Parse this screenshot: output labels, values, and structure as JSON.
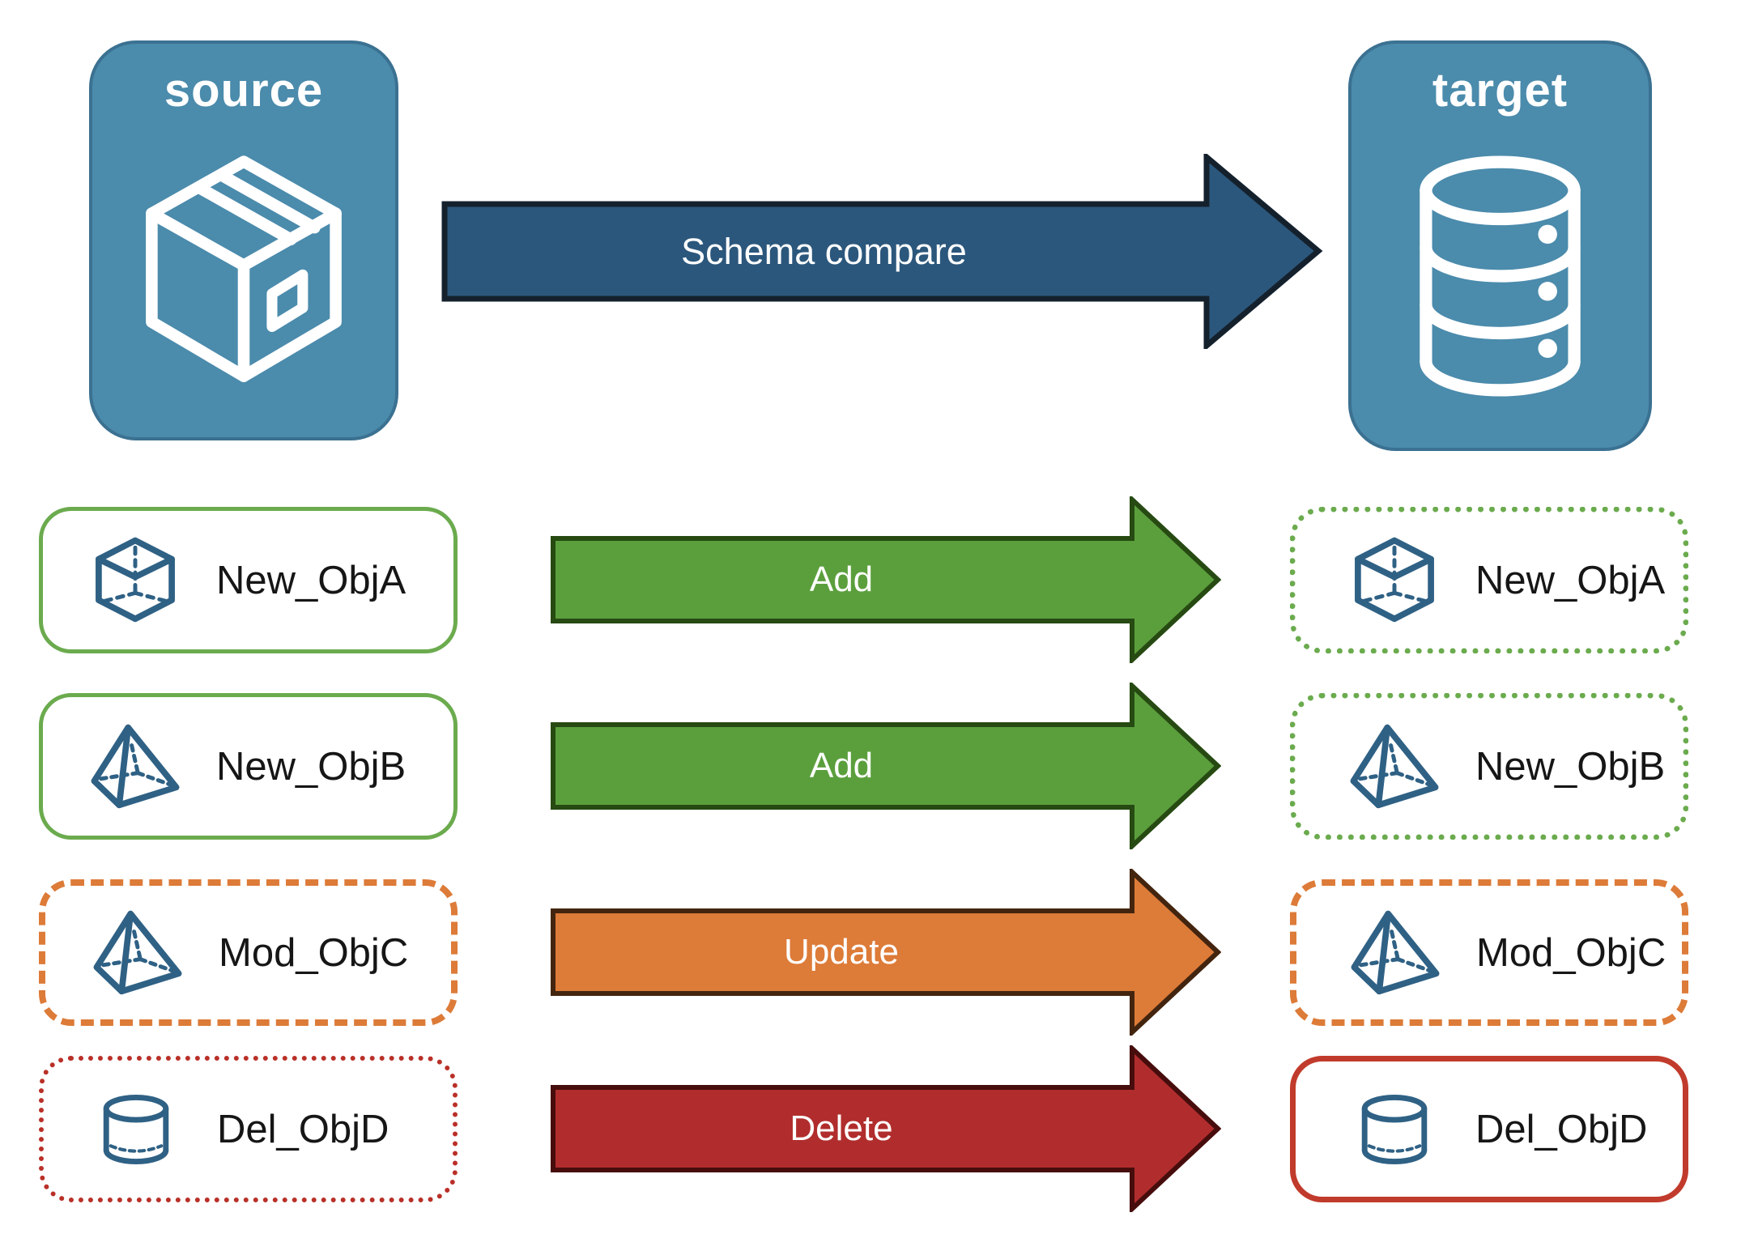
{
  "diagram": {
    "source_node": {
      "title": "source",
      "icon": "package-icon"
    },
    "target_node": {
      "title": "target",
      "icon": "database-icon"
    },
    "compare_arrow": {
      "label": "Schema compare",
      "fill": "#2c577c",
      "border": "#14212d"
    },
    "rows": [
      {
        "object": "New_ObjA",
        "icon": "cube-icon",
        "action": "Add",
        "arrow": {
          "fill": "#5b9f3d",
          "border": "#264a12"
        },
        "source_box": {
          "label": "New_ObjA",
          "border_style": "solid",
          "border_color": "#6bab4e",
          "border_width": "5px"
        },
        "target_box": {
          "label": "New_ObjA",
          "border_style": "dotted",
          "border_color": "#6bab4e",
          "border_width": "7px"
        }
      },
      {
        "object": "New_ObjB",
        "icon": "pyramid-icon",
        "action": "Add",
        "arrow": {
          "fill": "#5b9f3d",
          "border": "#264a12"
        },
        "source_box": {
          "label": "New_ObjB",
          "border_style": "solid",
          "border_color": "#6bab4e",
          "border_width": "5px"
        },
        "target_box": {
          "label": "New_ObjB",
          "border_style": "dotted",
          "border_color": "#6bab4e",
          "border_width": "7px"
        }
      },
      {
        "object": "Mod_ObjC",
        "icon": "pyramid-icon",
        "action": "Update",
        "arrow": {
          "fill": "#dd7b38",
          "border": "#43250f"
        },
        "source_box": {
          "label": "Mod_ObjC",
          "border_style": "dashed",
          "border_color": "#dd7b38",
          "border_width": "8px"
        },
        "target_box": {
          "label": "Mod_ObjC",
          "border_style": "dashed",
          "border_color": "#dd7b38",
          "border_width": "8px"
        }
      },
      {
        "object": "Del_ObjD",
        "icon": "cylinder-icon",
        "action": "Delete",
        "arrow": {
          "fill": "#b12d2d",
          "border": "#470d0d"
        },
        "source_box": {
          "label": "Del_ObjD",
          "border_style": "dotted",
          "border_color": "#b93028",
          "border_width": "6px"
        },
        "target_box": {
          "label": "Del_ObjD",
          "border_style": "solid",
          "border_color": "#c13b2c",
          "border_width": "7px"
        }
      }
    ]
  },
  "colors": {
    "node_fill": "#4b8bac",
    "node_border": "#3b7191",
    "node_text": "#ffffff",
    "node_icon": "#ffffff",
    "object_icon": "#2f6185",
    "object_text": "#161616",
    "arrow_text": "#ffffff"
  }
}
